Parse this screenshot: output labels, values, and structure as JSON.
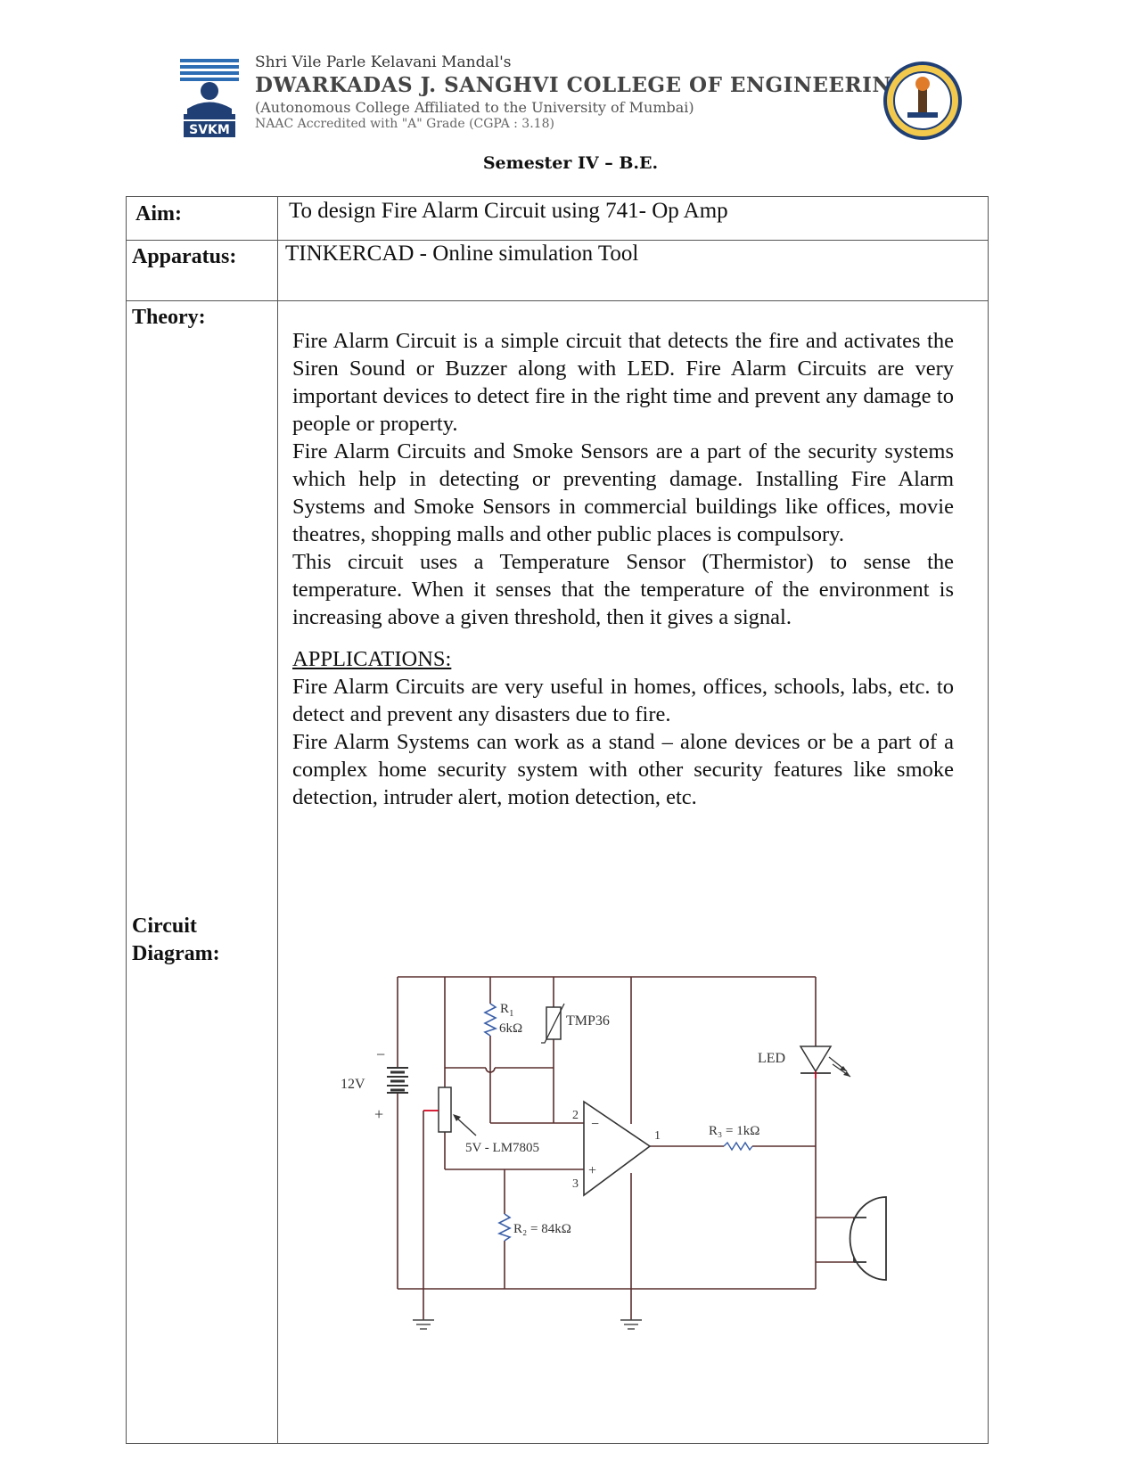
{
  "header": {
    "line1": "Shri Vile Parle Kelavani Mandal's",
    "line2": "DWARKADAS J. SANGHVI COLLEGE OF ENGINEERING",
    "line3": "(Autonomous College Affiliated to the University of Mumbai)",
    "line4": "NAAC Accredited with \"A\" Grade (CGPA : 3.18)",
    "left_logo_text": "SVKM",
    "semester": "Semester IV – B.E."
  },
  "rows": {
    "aim_label": "Aim:",
    "aim_text": "To design Fire Alarm Circuit using 741- Op Amp",
    "apparatus_label": "Apparatus:",
    "apparatus_text": "TINKERCAD - Online simulation Tool",
    "theory_label": "Theory:",
    "circuit_label_line1": "Circuit",
    "circuit_label_line2": "Diagram:"
  },
  "theory": {
    "p1": "Fire Alarm Circuit is a simple circuit that detects the fire and activates the Siren Sound or Buzzer along with LED. Fire Alarm Circuits are very important devices to detect fire in the right time and prevent any damage to people or property.",
    "p2": "Fire Alarm Circuits and Smoke Sensors are a part of the security systems which help in detecting or preventing damage. Installing Fire Alarm Systems and Smoke Sensors in commercial buildings like offices, movie theatres, shopping malls and other public places is compulsory.",
    "p3": "This circuit uses a Temperature Sensor (Thermistor) to sense the temperature. When it senses that the temperature of the environment is increasing above a given threshold, then it gives a signal.",
    "apps_heading": "APPLICATIONS:",
    "apps_p1": "Fire Alarm Circuits are very useful in homes, offices, schools, labs, etc. to detect and prevent any disasters due to fire.",
    "apps_p2": "Fire Alarm Systems can work as a stand – alone devices or be a part of a complex home security system with other security features like smoke detection, intruder alert, motion detection, etc."
  },
  "circuit": {
    "r1_name": "R",
    "r1_sub": "1",
    "r1_value": "6kΩ",
    "tmp_label": "TMP36",
    "led_label": "LED",
    "battery_label": "12V",
    "battery_minus": "−",
    "battery_plus": "+",
    "pot_label": "5V - LM7805",
    "pin2": "2",
    "pin3": "3",
    "pin1": "1",
    "opamp_minus": "−",
    "opamp_plus": "+",
    "r3_label": "R₃ = 1kΩ",
    "r2_label": "R₂ = 84kΩ",
    "wire_color": "#5a2e2e",
    "accent_red": "#d0021b",
    "component_blue": "#3a5fa8"
  }
}
